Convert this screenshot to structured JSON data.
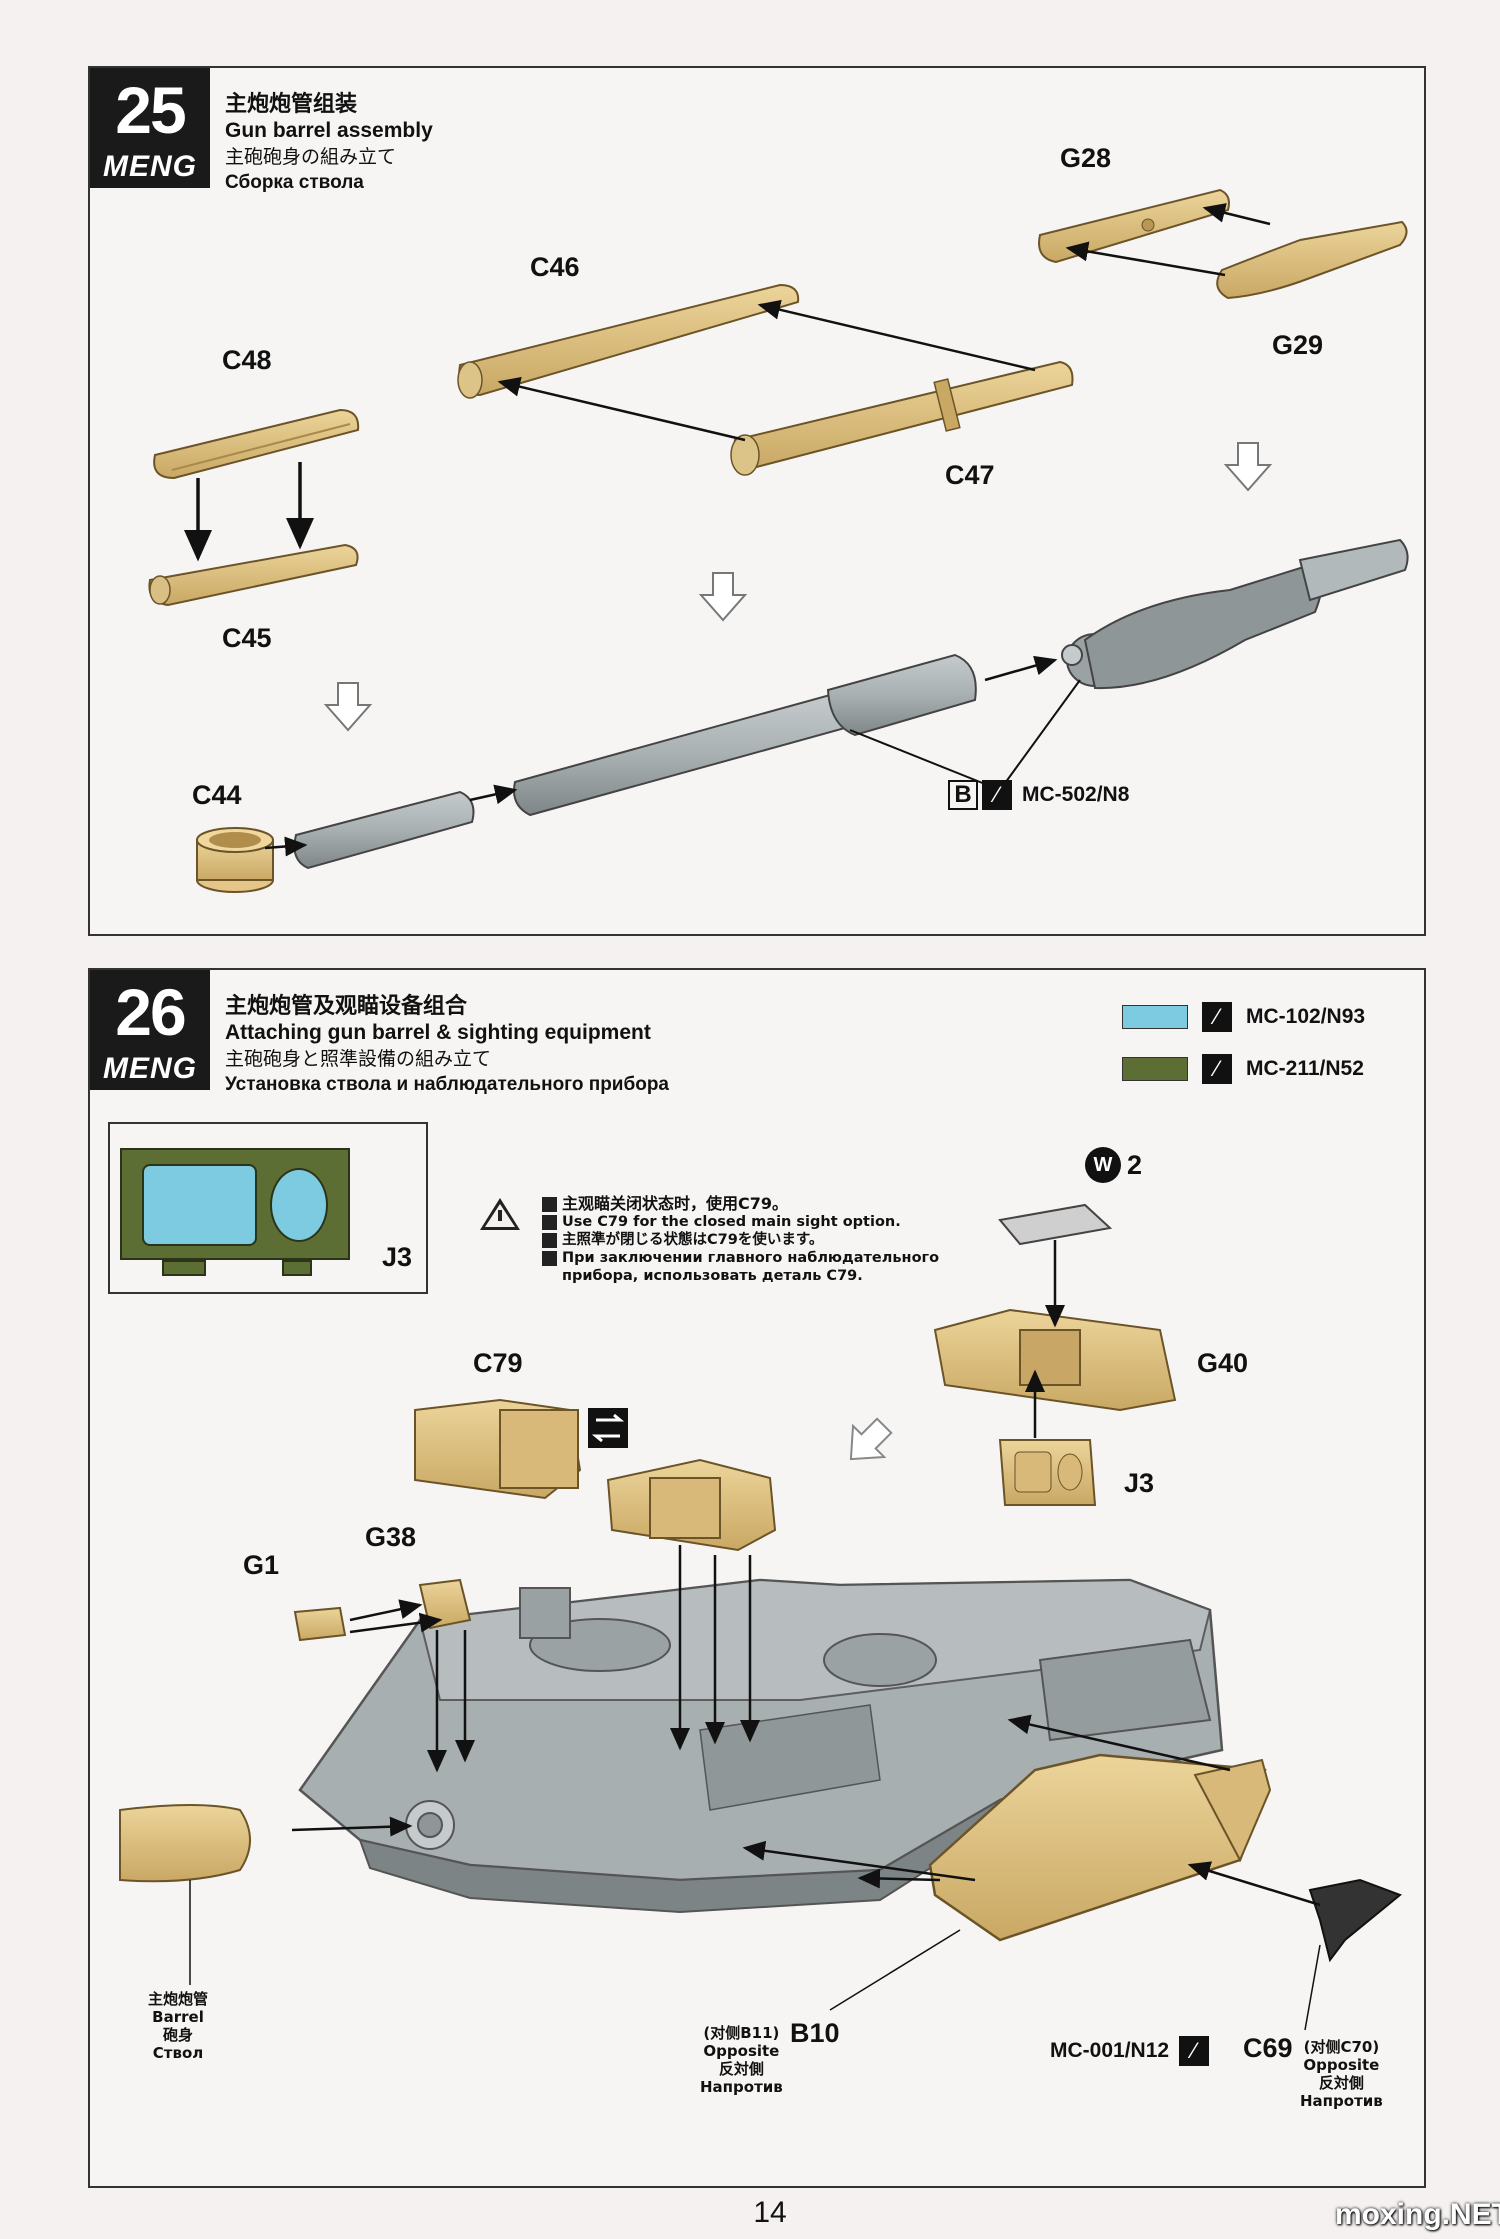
{
  "step25": {
    "number": "25",
    "brand": "MENG",
    "title_zh": "主炮炮管组装",
    "title_en": "Gun barrel assembly",
    "title_ja": "主砲砲身の組み立て",
    "title_ru": "Сборка ствола",
    "parts": {
      "c48": "C48",
      "c45": "C45",
      "c46": "C46",
      "c47": "C47",
      "g28": "G28",
      "g29": "G29",
      "c44": "C44"
    },
    "paint_letter": "B",
    "paint_code": "MC-502/N8"
  },
  "step26": {
    "number": "26",
    "brand": "MENG",
    "title_zh": "主炮炮管及观瞄设备组合",
    "title_en": "Attaching gun barrel & sighting equipment",
    "title_ja": "主砲砲身と照準設備の組み立て",
    "title_ru": "Установка ствола и наблюдательного прибора",
    "paints": [
      {
        "code": "MC-102/N93",
        "color": "#7ccbe0"
      },
      {
        "code": "MC-211/N52",
        "color": "#5d6e34"
      }
    ],
    "inset_label": "J3",
    "note": {
      "zh": "主观瞄关闭状态时，使用C79。",
      "en": "Use C79 for the closed main sight option.",
      "ja": "主照準が閉じる状態はC79を使います。",
      "ru1": "При заключении главного наблюдательного",
      "ru2": "прибора, использовать деталь C79."
    },
    "decal_letter": "W",
    "decal_number": "2",
    "parts": {
      "c79": "C79",
      "g40": "G40",
      "j3": "J3",
      "g1": "G1",
      "g38": "G38",
      "b10": "B10",
      "c69": "C69"
    },
    "barrel_label": {
      "zh": "主炮炮管",
      "en": "Barrel",
      "ja": "砲身",
      "ru": "Ствол"
    },
    "b10_label": {
      "zh": "(对侧B11)",
      "en": "Opposite",
      "ja": "反対側",
      "ru": "Напротив"
    },
    "c69_label": {
      "zh": "(对侧C70)",
      "en": "Opposite",
      "ja": "反対側",
      "ru": "Напротив"
    },
    "c69_paint": "MC-001/N12"
  },
  "page_number": "14",
  "watermark": "moxing.NET"
}
